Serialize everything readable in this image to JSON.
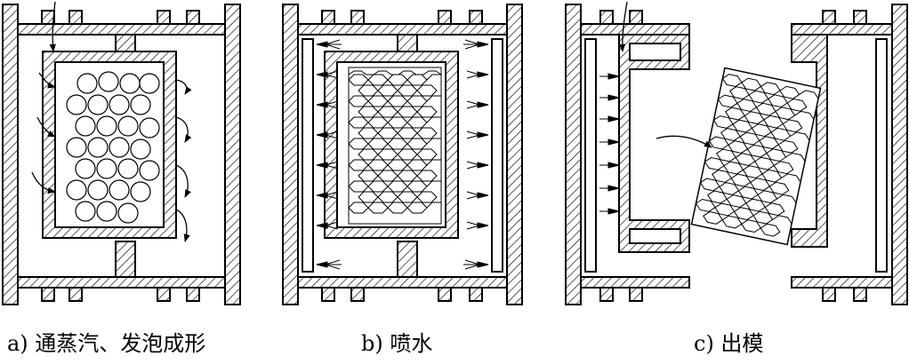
{
  "captions": {
    "a": "a) 通蒸汽、发泡成形",
    "b": "b) 喷水",
    "c": "c) 出模"
  },
  "colors": {
    "line": "#000000",
    "background": "#ffffff"
  }
}
